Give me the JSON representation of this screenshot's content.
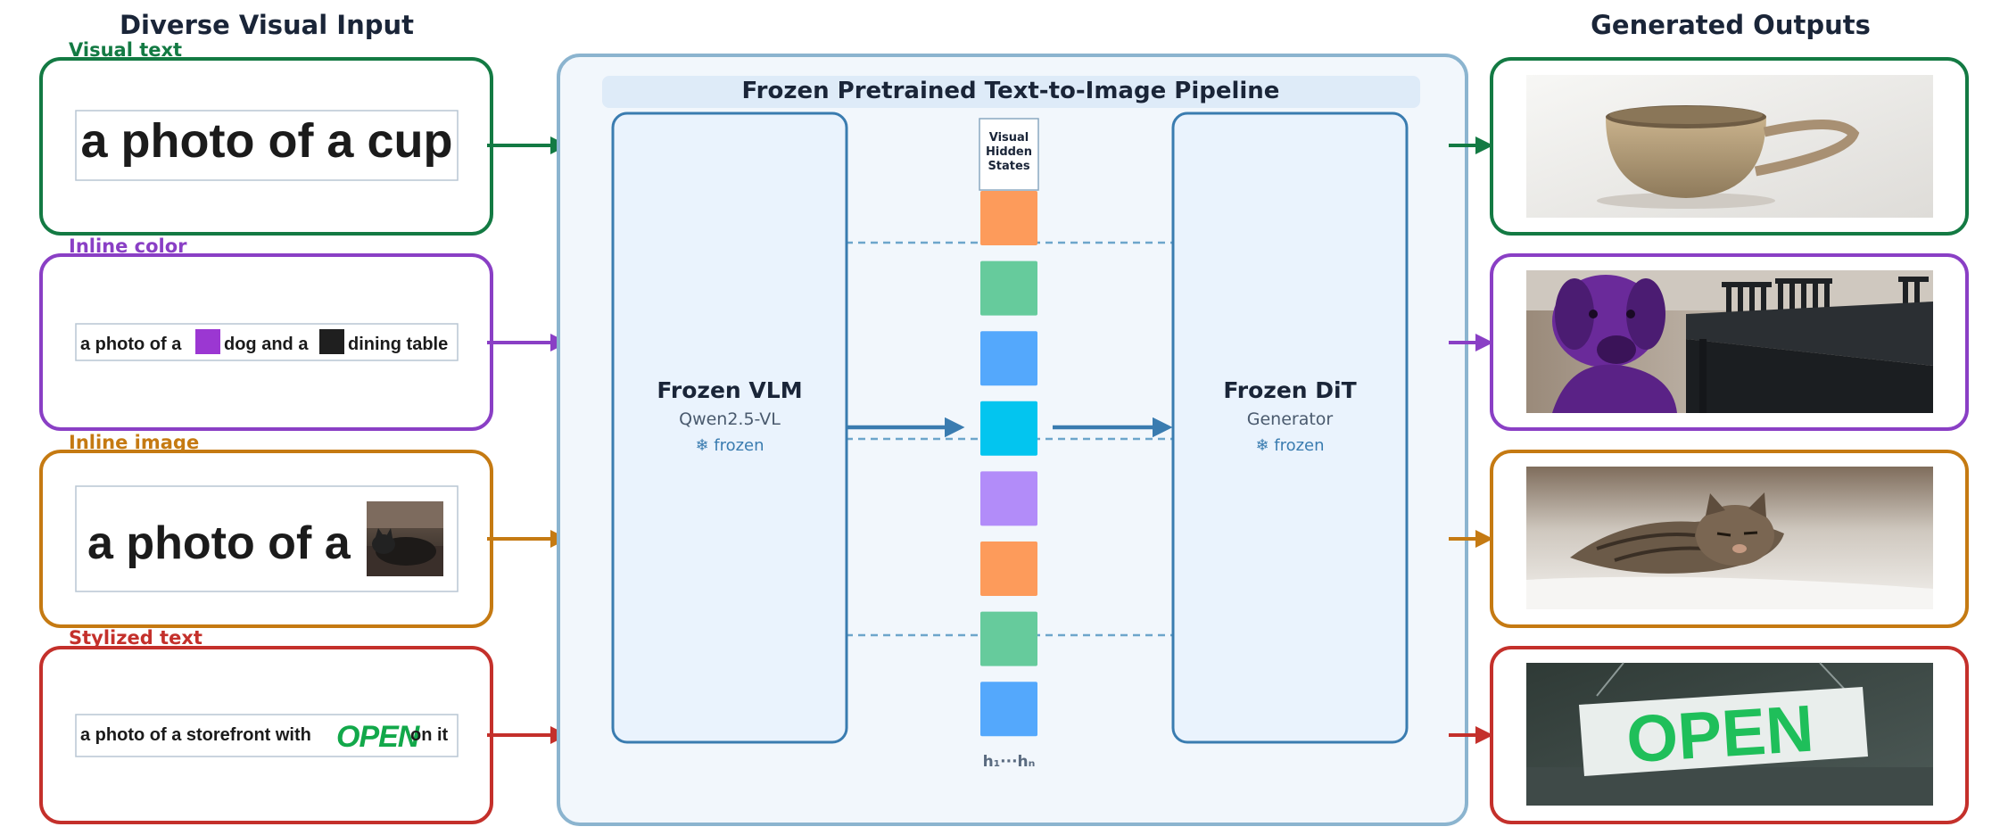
{
  "colors": {
    "visual_text": "#137a43",
    "inline_color": "#8a3fc5",
    "inline_image": "#c57a12",
    "stylized_text": "#c4302b",
    "pipeline": "#8bb4cf",
    "module": "#3a7cb0",
    "title": "#1a2538"
  },
  "headers": {
    "left": "Diverse Visual Input",
    "right": "Generated Outputs"
  },
  "inputs": {
    "visual_text": {
      "label": "Visual text",
      "text": "a photo of a cup"
    },
    "inline_color": {
      "label": "Inline color",
      "part1": "a photo of a",
      "swatch1_color": "#9b37d2",
      "part2": "dog and a",
      "swatch2_color": "#1f1f1f",
      "part3": "dining table"
    },
    "inline_image": {
      "label": "Inline image",
      "text": "a photo of a",
      "image": "photo of a cat"
    },
    "stylized_text": {
      "label": "Stylized text",
      "part1": "a photo of a storefront with",
      "stylized_word": "OPEN",
      "part2": "on it"
    }
  },
  "pipeline": {
    "title": "Frozen Pretrained Text-to-Image Pipeline",
    "vlm": {
      "name": "Frozen VLM",
      "model": "Qwen2.5-VL",
      "status": "❄  frozen"
    },
    "dit": {
      "name": "Frozen DiT",
      "role": "Generator",
      "status": "❄  frozen"
    },
    "hidden_states": {
      "label_lines": [
        "Visual",
        "Hidden",
        "States"
      ],
      "token_colors": [
        "#fd9b5b",
        "#66cb9c",
        "#54a8fc",
        "#03c5ef",
        "#b28cf9",
        "#fd9b5b",
        "#66cb9c",
        "#54a8fc"
      ],
      "footer": "h₁···hₙ"
    }
  },
  "outputs": [
    {
      "image": "cup"
    },
    {
      "image": "purple dog at dining table"
    },
    {
      "image": "cat on blanket"
    },
    {
      "image": "OPEN sign"
    }
  ]
}
